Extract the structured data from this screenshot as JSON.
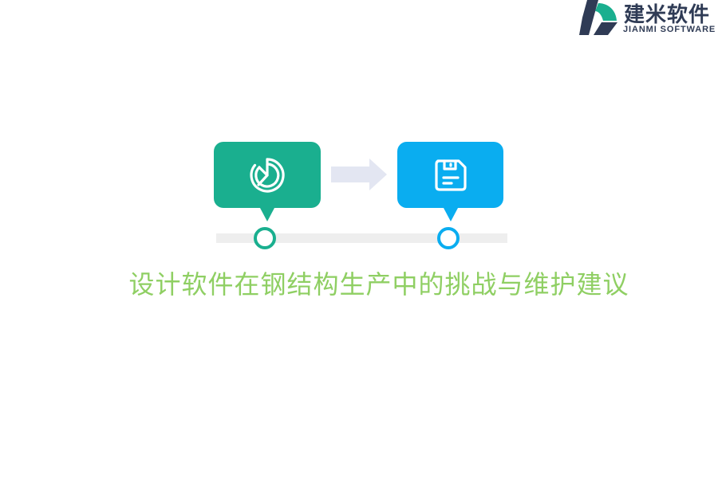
{
  "logo": {
    "name_cn": "建米软件",
    "name_en": "JIANMI SOFTWARE"
  },
  "title": "设计软件在钢结构生产中的挑战与维护建议",
  "steps": [
    {
      "icon": "pie-chart-icon",
      "color": "#1aaf8f"
    },
    {
      "icon": "save-disk-icon",
      "color": "#0aadf0"
    }
  ],
  "colors": {
    "title": "#8fcf63",
    "track": "#eeeeee",
    "arrow": "#e3e6f2",
    "logo_dark": "#2f3b55",
    "logo_green": "#1aaf8f"
  }
}
